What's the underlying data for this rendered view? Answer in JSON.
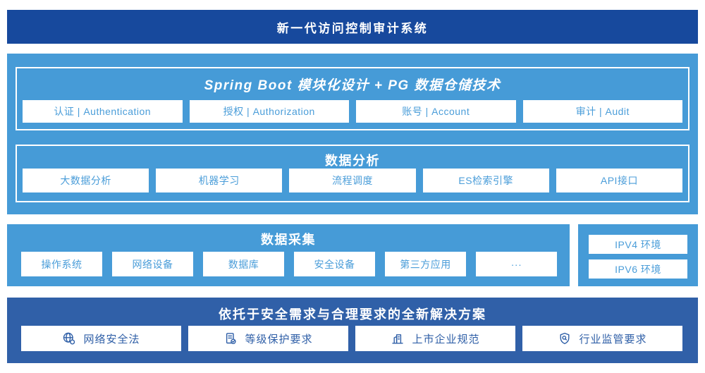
{
  "colors": {
    "banner_bg": "#17499d",
    "light_section_bg": "#469bd7",
    "solution_bg": "#3060a8",
    "chip_bg": "#ffffff",
    "chip_text_light": "#4a9dd9",
    "chip_text_dark": "#2f5fa7"
  },
  "banner": {
    "title": "新一代访问控制审计系统"
  },
  "platform": {
    "modules": {
      "title": "Spring Boot 模块化设计 + PG 数据仓储技术",
      "items": [
        "认证 | Authentication",
        "授权 | Authorization",
        "账号 | Account",
        "审计 | Audit"
      ]
    },
    "analysis": {
      "title": "数据分析",
      "items": [
        "大数据分析",
        "机器学习",
        "流程调度",
        "ES检索引擎",
        "API接口"
      ]
    }
  },
  "collection": {
    "title": "数据采集",
    "items": [
      "操作系统",
      "网络设备",
      "数据库",
      "安全设备",
      "第三方应用",
      "···"
    ]
  },
  "environments": {
    "items": [
      "IPV4 环境",
      "IPV6 环境"
    ]
  },
  "solution": {
    "title": "依托于安全需求与合理要求的全新解决方案",
    "items": [
      {
        "icon": "globe-icon",
        "label": "网络安全法"
      },
      {
        "icon": "document-check-icon",
        "label": "等级保护要求"
      },
      {
        "icon": "building-icon",
        "label": "上市企业规范"
      },
      {
        "icon": "shield-search-icon",
        "label": "行业监管要求"
      }
    ]
  }
}
